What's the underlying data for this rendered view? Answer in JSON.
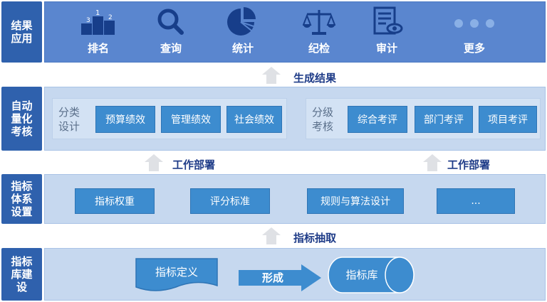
{
  "rows": {
    "r1": "结果\n应用",
    "r2": "自动\n量化\n考核",
    "r3": "指标\n体系\n设置",
    "r4": "指标\n库建\n设"
  },
  "apps": [
    {
      "label": "排名",
      "icon": "podium-icon"
    },
    {
      "label": "查询",
      "icon": "search-icon"
    },
    {
      "label": "统计",
      "icon": "pie-chart-icon"
    },
    {
      "label": "纪检",
      "icon": "scale-icon"
    },
    {
      "label": "审计",
      "icon": "audit-document-icon"
    },
    {
      "label": "更多",
      "icon": "more-dots-icon"
    }
  ],
  "podium_digits": {
    "one": "1",
    "two": "2",
    "three": "3"
  },
  "arrows": {
    "generate": "生成结果",
    "work_left": "工作部署",
    "work_right": "工作部署",
    "extract": "指标抽取",
    "form": "形成"
  },
  "auto": {
    "left_label": "分类\n设计",
    "left_items": [
      "预算绩效",
      "管理绩效",
      "社会绩效"
    ],
    "right_label": "分级\n考核",
    "right_items": [
      "综合考评",
      "部门考评",
      "项目考评"
    ]
  },
  "system_items": [
    "指标权重",
    "评分标准",
    "规则与算法设计",
    "..."
  ],
  "library": {
    "define": "指标定义",
    "store": "指标库"
  },
  "colors": {
    "label_bg": "#2f61ad",
    "top_bar": "#5a86cf",
    "button": "#3d8ccf",
    "caption": "#1f3c88"
  }
}
